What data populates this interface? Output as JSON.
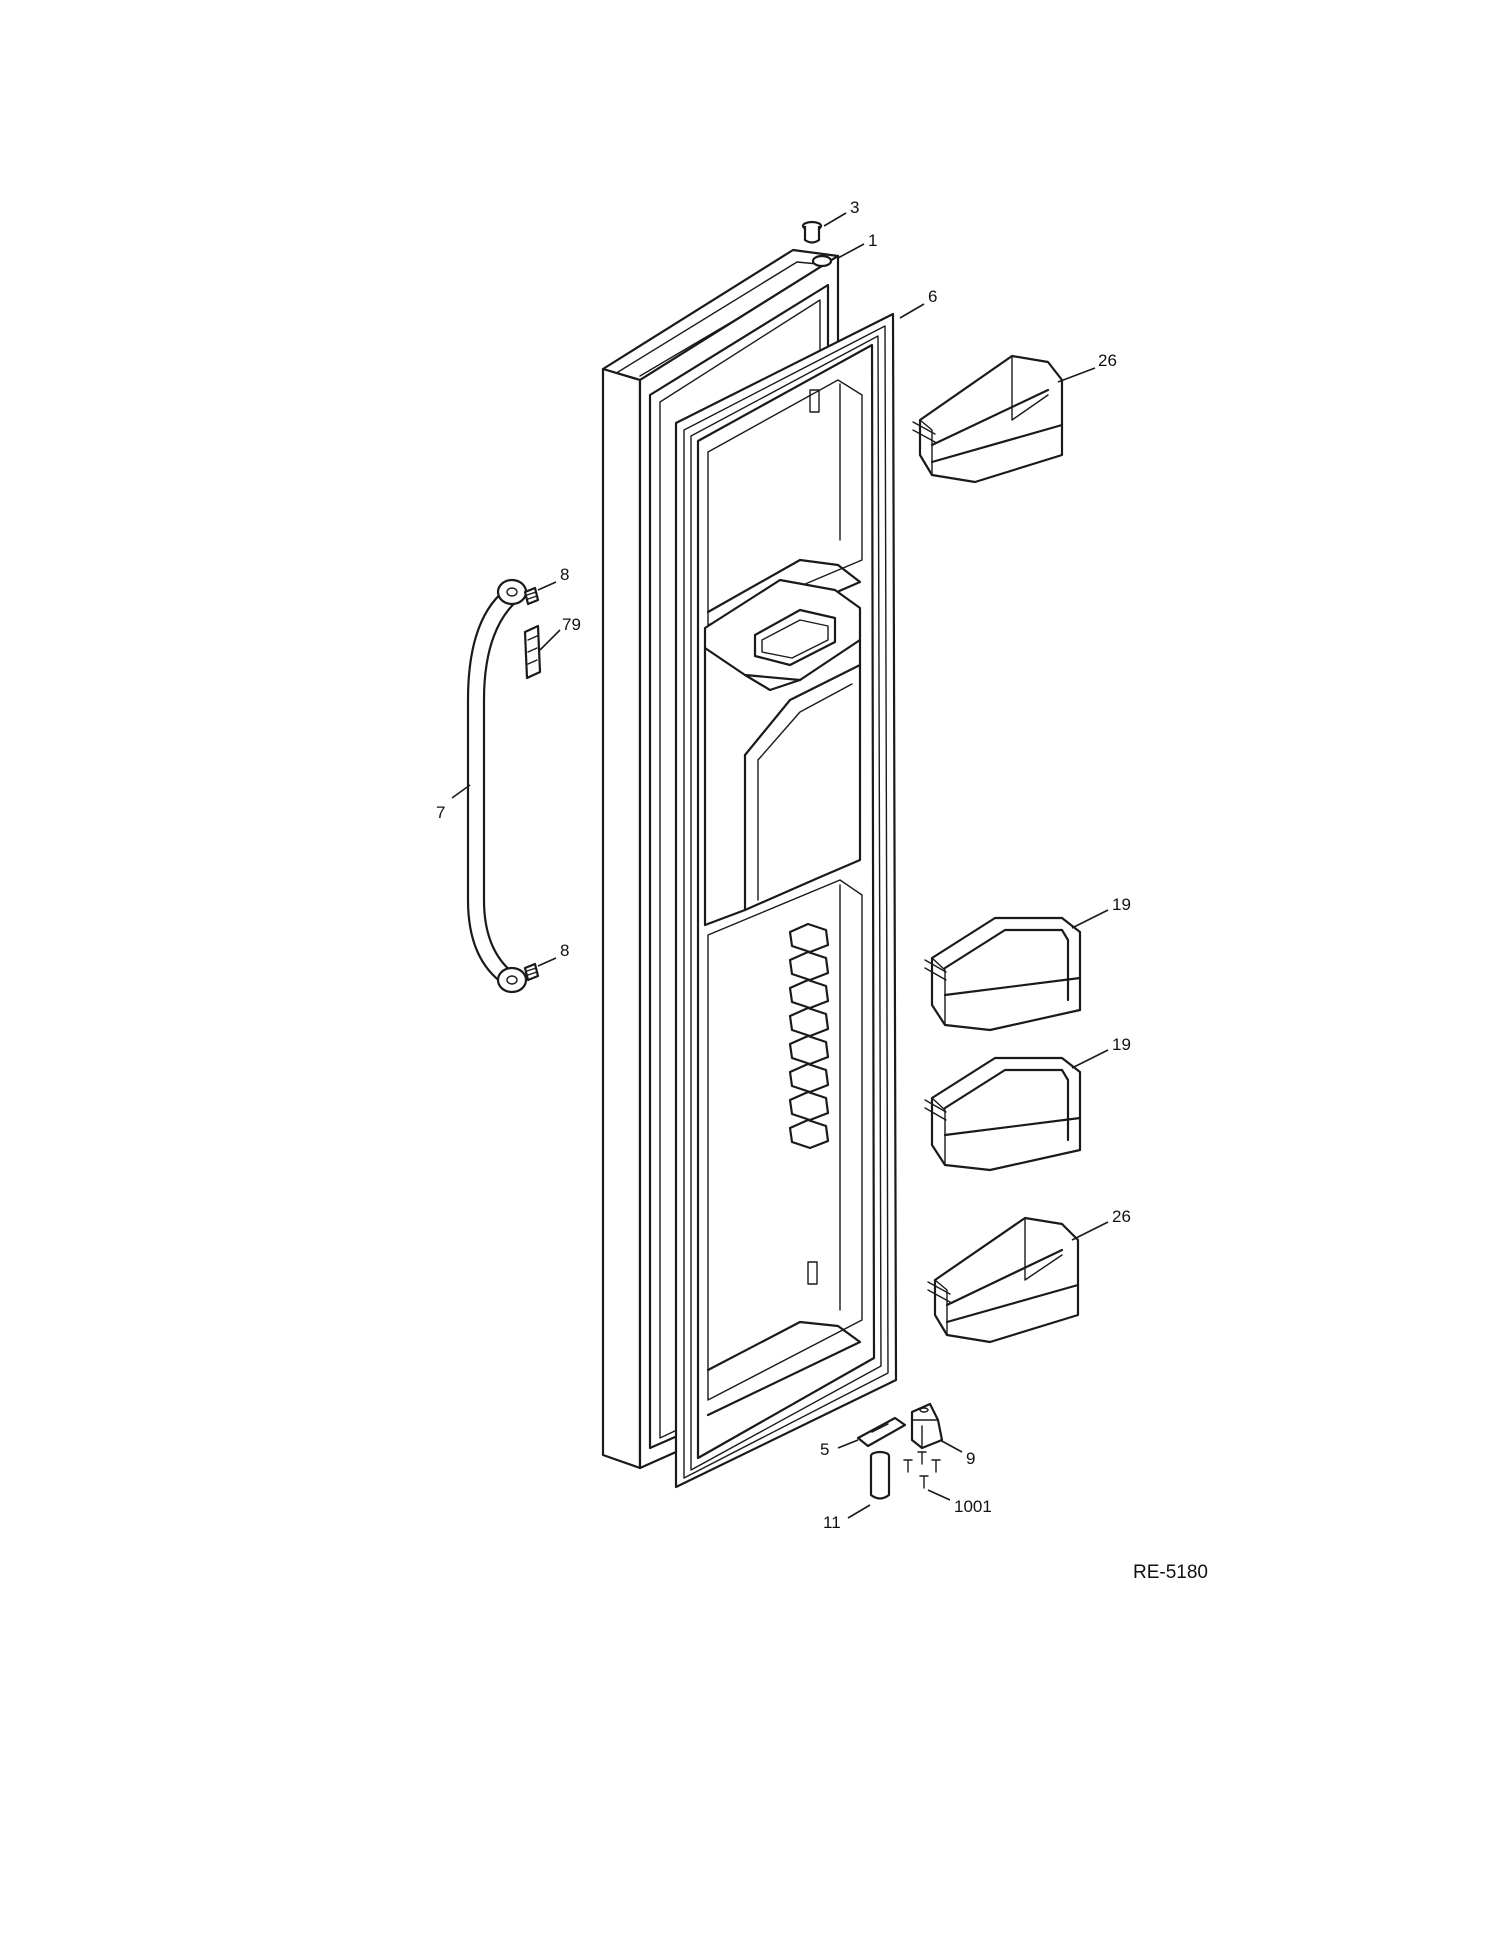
{
  "diagram": {
    "reference_code": "RE-5180",
    "callouts": [
      {
        "id": "c3",
        "label": "3"
      },
      {
        "id": "c1",
        "label": "1"
      },
      {
        "id": "c6",
        "label": "6"
      },
      {
        "id": "c26a",
        "label": "26"
      },
      {
        "id": "c8a",
        "label": "8"
      },
      {
        "id": "c79",
        "label": "79"
      },
      {
        "id": "c7",
        "label": "7"
      },
      {
        "id": "c19a",
        "label": "19"
      },
      {
        "id": "c8b",
        "label": "8"
      },
      {
        "id": "c19b",
        "label": "19"
      },
      {
        "id": "c26b",
        "label": "26"
      },
      {
        "id": "c5",
        "label": "5"
      },
      {
        "id": "c9",
        "label": "9"
      },
      {
        "id": "c11",
        "label": "11"
      },
      {
        "id": "c1001",
        "label": "1001"
      }
    ]
  }
}
